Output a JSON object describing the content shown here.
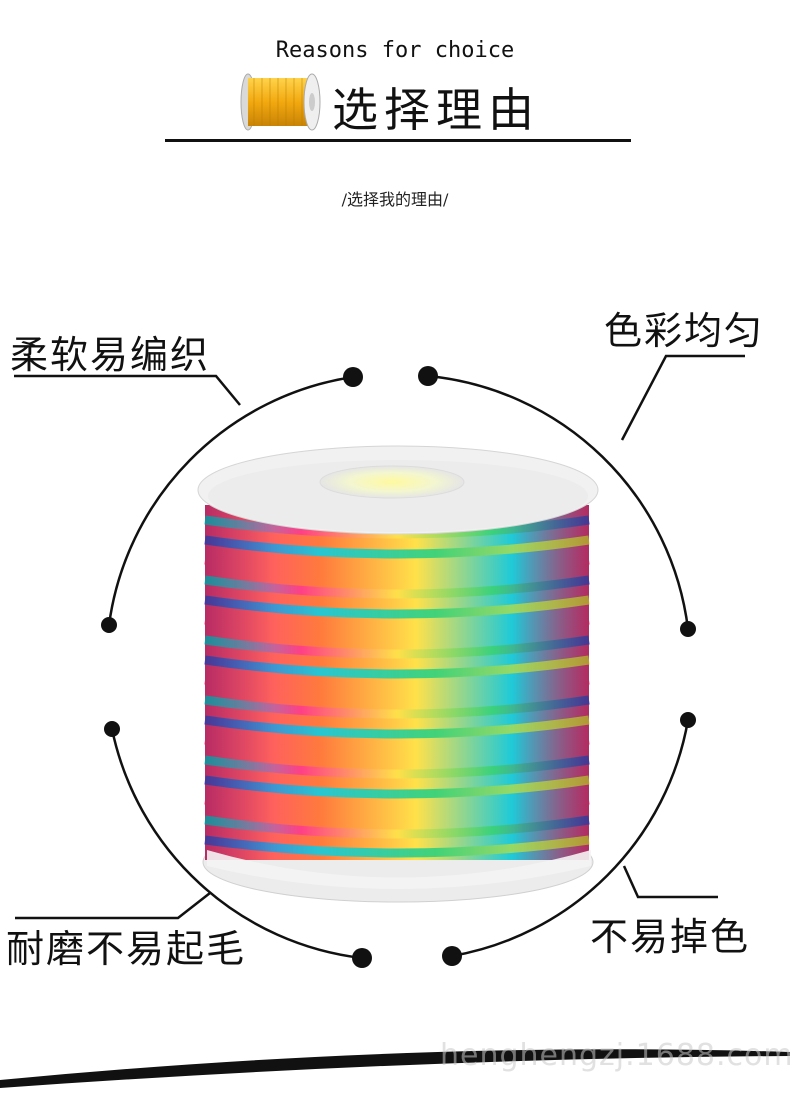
{
  "header": {
    "title_en": "Reasons for choice",
    "title_cn": "选择理由",
    "subtitle": "/选择我的理由/"
  },
  "features": {
    "top_left": "柔软易编织",
    "top_right": "色彩均匀",
    "bottom_left": "耐磨不易起毛",
    "bottom_right": "不易掉色"
  },
  "watermark": "henghengzj.1688.com",
  "colors": {
    "spool_gold": "#f2b21a",
    "rainbow": [
      "#ff3d8a",
      "#ffe14a",
      "#1ecad8",
      "#5a4fd6",
      "#ff7a3d",
      "#3ad27a"
    ]
  }
}
